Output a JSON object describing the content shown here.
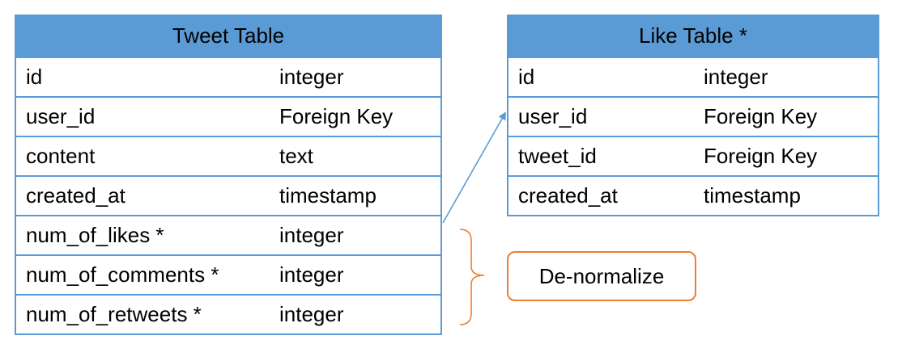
{
  "tweet_table": {
    "title": "Tweet Table",
    "rows": [
      {
        "name": "id",
        "type": "integer"
      },
      {
        "name": "user_id",
        "type": "Foreign Key"
      },
      {
        "name": "content",
        "type": "text"
      },
      {
        "name": "created_at",
        "type": "timestamp"
      },
      {
        "name": "num_of_likes *",
        "type": "integer"
      },
      {
        "name": "num_of_comments *",
        "type": "integer"
      },
      {
        "name": "num_of_retweets *",
        "type": "integer"
      }
    ]
  },
  "like_table": {
    "title": "Like Table *",
    "rows": [
      {
        "name": "id",
        "type": "integer"
      },
      {
        "name": "user_id",
        "type": "Foreign Key"
      },
      {
        "name": "tweet_id",
        "type": "Foreign Key"
      },
      {
        "name": "created_at",
        "type": "timestamp"
      }
    ]
  },
  "annotation": {
    "label": "De-normalize"
  },
  "colors": {
    "table_accent": "#5b9bd5",
    "annotation_accent": "#ed7d31"
  }
}
